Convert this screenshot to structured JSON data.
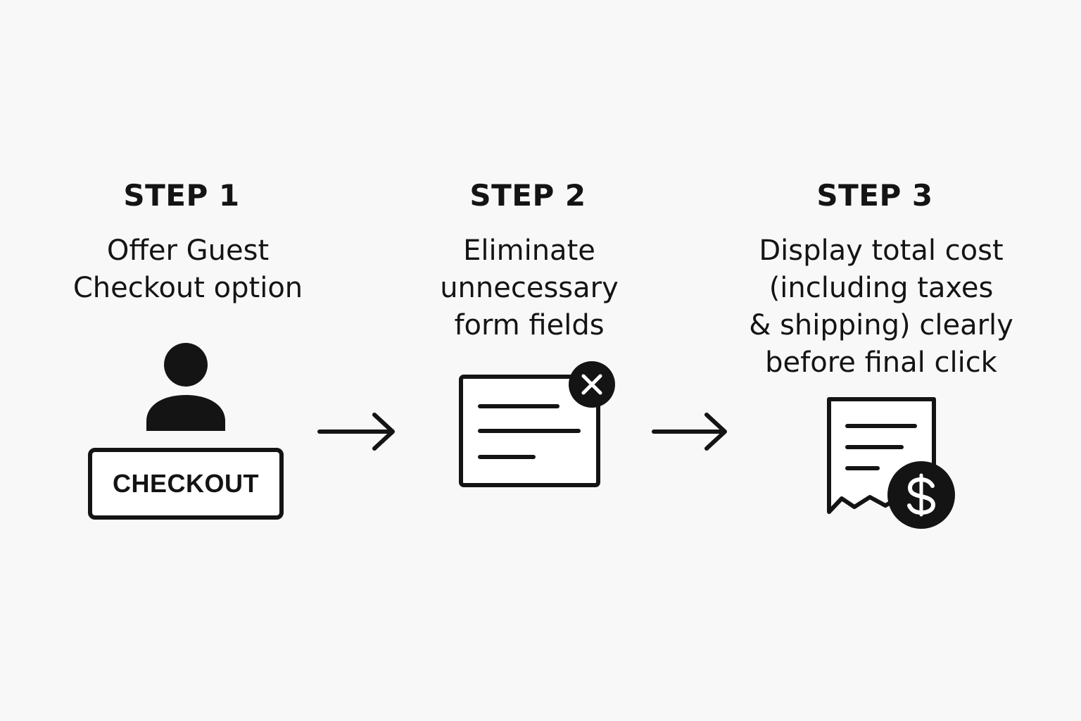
{
  "steps": [
    {
      "title": "STEP 1",
      "description_lines": [
        "Offer Guest",
        "Checkout option"
      ],
      "icon": "user-checkout-icon",
      "button_label": "CHECKOUT"
    },
    {
      "title": "STEP 2",
      "description_lines": [
        "Eliminate",
        "unnecessary",
        "form fields"
      ],
      "icon": "form-remove-icon"
    },
    {
      "title": "STEP 3",
      "description_lines": [
        "Display total cost",
        "(including taxes",
        "& shipping) clearly",
        "before final click"
      ],
      "icon": "receipt-dollar-icon"
    }
  ],
  "connectors": [
    "arrow-right-icon",
    "arrow-right-icon"
  ],
  "colors": {
    "background": "#f8f8f8",
    "ink": "#141414",
    "icon_fill": "#ffffff"
  }
}
